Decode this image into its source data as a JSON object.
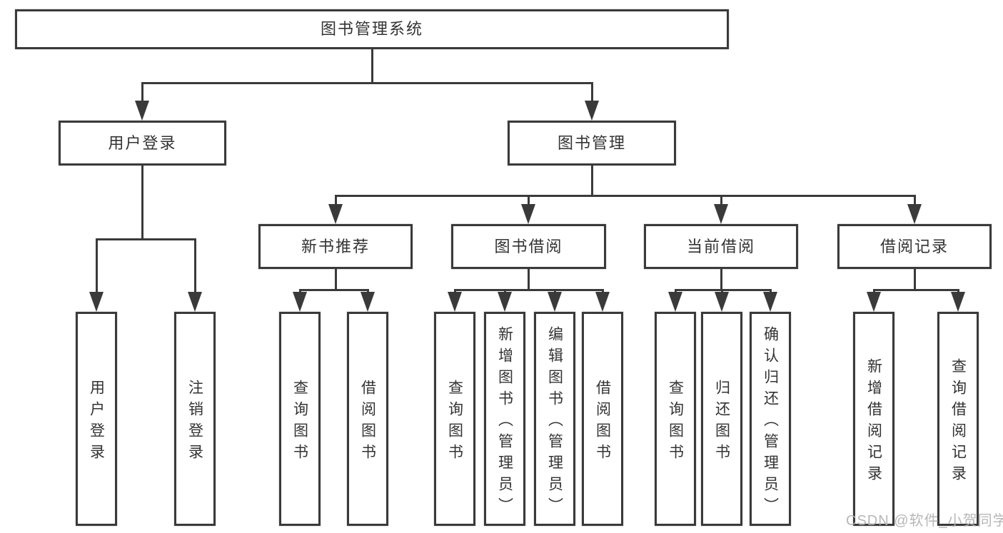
{
  "root": {
    "label": "图书管理系统"
  },
  "level2": {
    "user_login": {
      "label": "用户登录"
    },
    "book_mgmt": {
      "label": "图书管理"
    }
  },
  "level3": {
    "new_book": {
      "label": "新书推荐"
    },
    "book_borrow": {
      "label": "图书借阅"
    },
    "current_borrow": {
      "label": "当前借阅"
    },
    "borrow_record": {
      "label": "借阅记录"
    }
  },
  "leaves": {
    "user_login": [
      "用户登录",
      "注销登录"
    ],
    "new_book": [
      "查询图书",
      "借阅图书"
    ],
    "book_borrow": [
      "查询图书",
      "新增图书（管理员）",
      "编辑图书（管理员）",
      "借阅图书"
    ],
    "current_borrow": [
      "查询图书",
      "归还图书",
      "确认归还（管理员）"
    ],
    "borrow_record": [
      "新增借阅记录",
      "查询借阅记录"
    ]
  },
  "watermark": "CSDN @软件_小贺同学",
  "colors": {
    "line": "#3a3a3a",
    "text": "#333333",
    "background": "#ffffff",
    "watermark": "#b0b0b0"
  }
}
